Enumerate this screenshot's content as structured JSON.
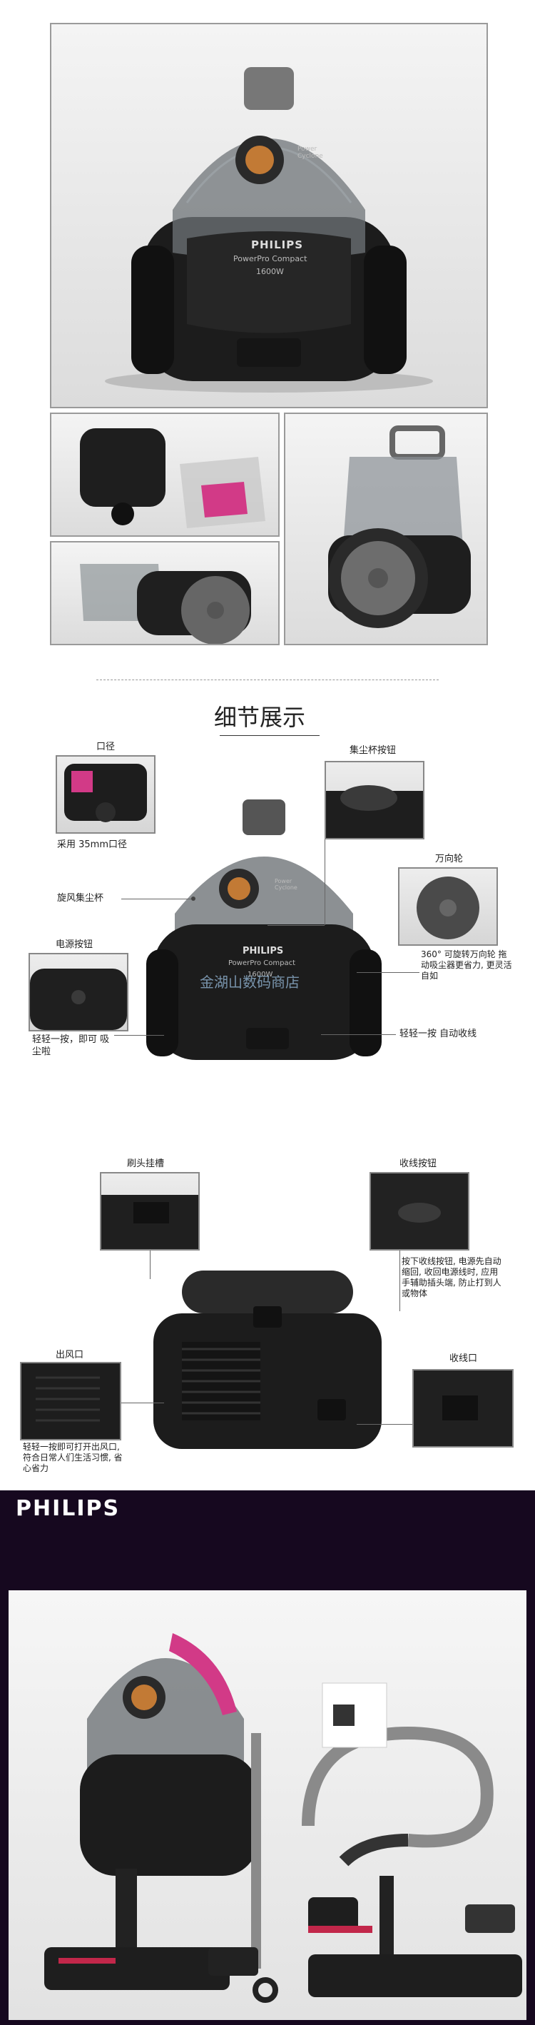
{
  "section_title": "细节展示",
  "callouts": {
    "caliber_title": "口径",
    "caliber_desc": "采用 35mm口径",
    "dustcup_button": "集尘杯按钮",
    "cyclone_cup": "旋风集尘杯",
    "caster_title": "万向轮",
    "caster_desc": "360° 可旋转万向轮 拖动吸尘器更省力, 更灵活自如",
    "power_title": "电源按钮",
    "power_desc": "轻轻一按，即可 吸尘啦",
    "rewind_desc": "轻轻一按 自动收线",
    "brush_slot": "刷头挂槽",
    "rewind_button_title": "收线按钮",
    "rewind_button_desc": "按下收线按钮, 电源先自动缩回, 收回电源线时, 应用手辅助插头端, 防止打到人或物体",
    "outlet_title": "出风口",
    "outlet_desc": "轻轻一按即可打开出风口, 符合日常人们生活习惯, 省心省力",
    "cord_outlet": "收线口"
  },
  "product": {
    "brand": "PHILIPS",
    "model": "PowerPro Compact",
    "power": "1600W",
    "badge": "Power Cyclone"
  },
  "watermark": "金湖山数码商店",
  "brand_banner": "PHILIPS"
}
